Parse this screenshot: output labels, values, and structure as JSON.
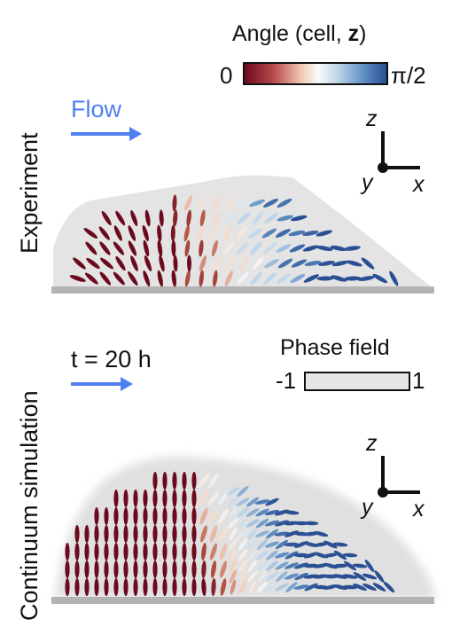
{
  "colorbar": {
    "title": "Angle (cell, ",
    "title_bold": "z",
    "title_close": ")",
    "min_label": "0",
    "max_label": "π/2",
    "colors": [
      "#6b0a1e",
      "#c2604a",
      "#f3d6c3",
      "#f5f5f5",
      "#bcd3e8",
      "#5f8fc4",
      "#2a4f93"
    ]
  },
  "experiment": {
    "row_label": "Experiment",
    "flow_label": "Flow",
    "flow_color": "#4f7ff0"
  },
  "simulation": {
    "row_label": "Continuum simulation",
    "time_label": "t = 20 h",
    "flow_color": "#4f7ff0",
    "phase_field": {
      "title": "Phase field",
      "min_label": "-1",
      "max_label": "1"
    }
  },
  "axes": {
    "z": "z",
    "y": "y",
    "x": "x"
  },
  "colors": {
    "substrate": "#b3b3b3",
    "tissue": "#e4e4e4",
    "red": "#6b0a1e",
    "blue": "#2a4f93"
  }
}
